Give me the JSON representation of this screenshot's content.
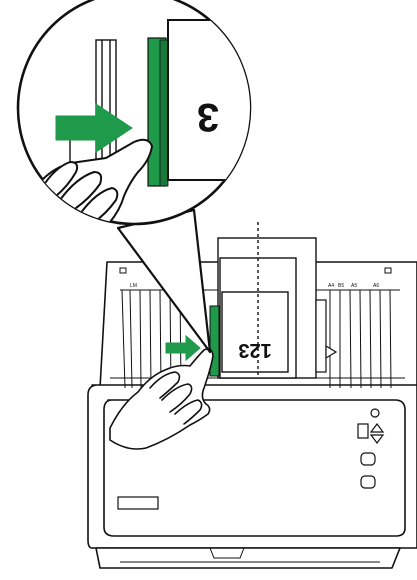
{
  "figure": {
    "zoom_text": "3",
    "paper_label": "123",
    "tray_mark_left": "LM",
    "tray_mark_a4": "A4",
    "tray_mark_b5": "B5",
    "tray_mark_a5": "A5",
    "tray_mark_a6": "A6",
    "colors": {
      "guide_green": "#1e9a4a",
      "arrow_green": "#1e9a4a",
      "outline": "#111111",
      "paper": "#ffffff"
    }
  }
}
